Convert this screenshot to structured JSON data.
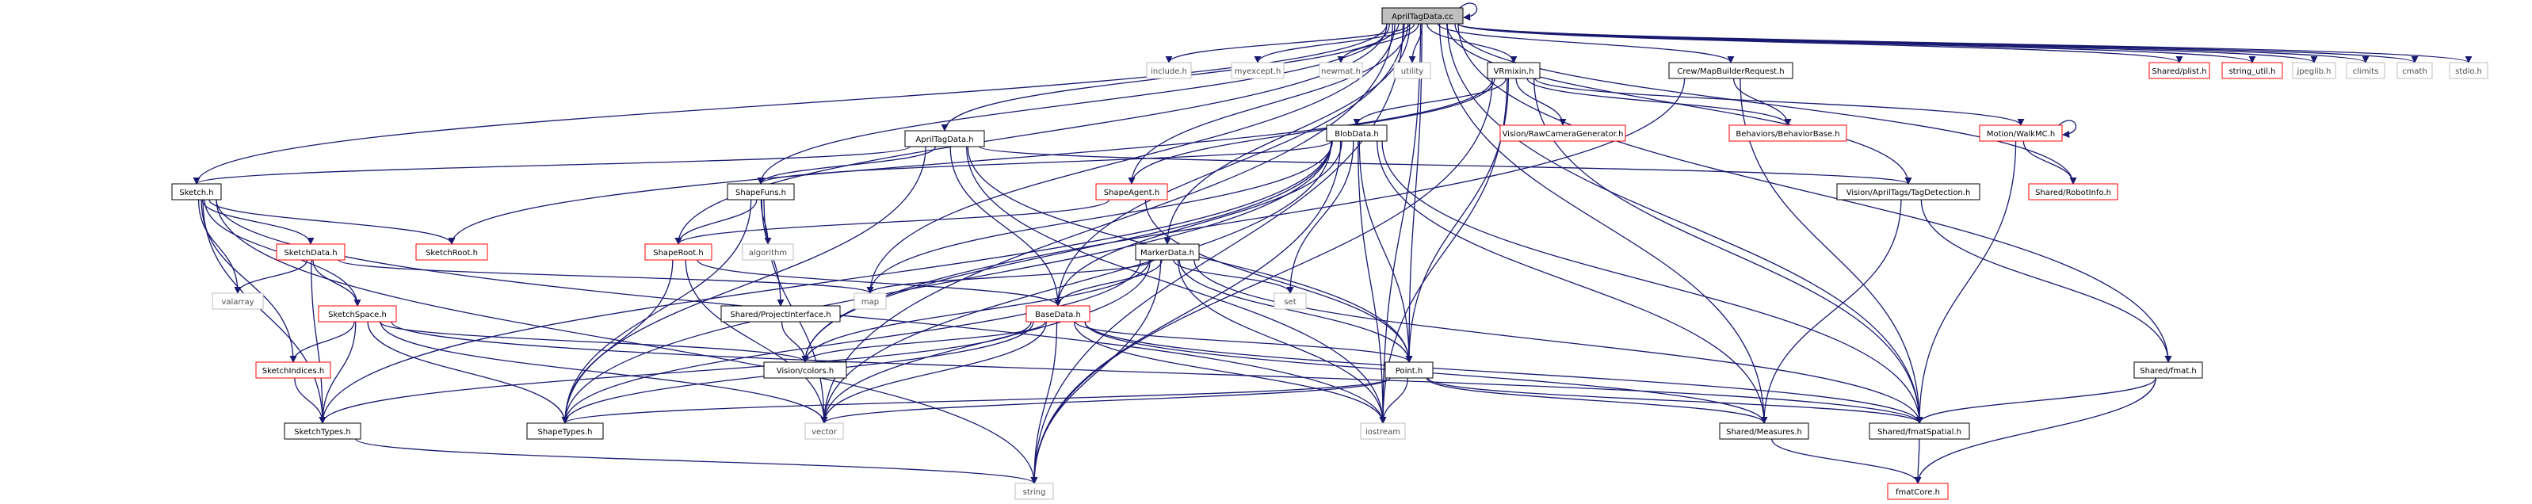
{
  "diagram": {
    "type": "include-dependency-graph",
    "colors": {
      "background": "#ffffff",
      "edge": "#191970",
      "root_fill": "#bfbfbf",
      "documented_border": "#000000",
      "truncated_border": "#ff0000",
      "external_border": "#bfbfbf",
      "external_text": "#4d4d4d"
    },
    "nodes": [
      {
        "id": "root",
        "label": "AprilTagData.cc",
        "kind": "root"
      },
      {
        "id": "include_h",
        "label": "include.h",
        "kind": "external"
      },
      {
        "id": "myexcept",
        "label": "myexcept.h",
        "kind": "external"
      },
      {
        "id": "newmat",
        "label": "newmat.h",
        "kind": "external"
      },
      {
        "id": "utility",
        "label": "utility",
        "kind": "external"
      },
      {
        "id": "vrmixin",
        "label": "VRmixin.h",
        "kind": "documented"
      },
      {
        "id": "crew",
        "label": "Crew/MapBuilderRequest.h",
        "kind": "documented"
      },
      {
        "id": "plist",
        "label": "Shared/plist.h",
        "kind": "truncated"
      },
      {
        "id": "string_util",
        "label": "string_util.h",
        "kind": "truncated"
      },
      {
        "id": "jpeglib",
        "label": "jpeglib.h",
        "kind": "external"
      },
      {
        "id": "climits",
        "label": "climits",
        "kind": "external"
      },
      {
        "id": "cmath",
        "label": "cmath",
        "kind": "external"
      },
      {
        "id": "stdio",
        "label": "stdio.h",
        "kind": "external"
      },
      {
        "id": "apriltagdata_h",
        "label": "AprilTagData.h",
        "kind": "documented"
      },
      {
        "id": "blobdata",
        "label": "BlobData.h",
        "kind": "documented"
      },
      {
        "id": "rawcam",
        "label": "Vision/RawCameraGenerator.h",
        "kind": "truncated"
      },
      {
        "id": "behaviorbase",
        "label": "Behaviors/BehaviorBase.h",
        "kind": "truncated"
      },
      {
        "id": "walkmc",
        "label": "Motion/WalkMC.h",
        "kind": "truncated"
      },
      {
        "id": "sketch",
        "label": "Sketch.h",
        "kind": "documented"
      },
      {
        "id": "shapefuns",
        "label": "ShapeFuns.h",
        "kind": "documented"
      },
      {
        "id": "shapeagent",
        "label": "ShapeAgent.h",
        "kind": "truncated"
      },
      {
        "id": "tagdetection",
        "label": "Vision/AprilTags/TagDetection.h",
        "kind": "documented"
      },
      {
        "id": "robotinfo",
        "label": "Shared/RobotInfo.h",
        "kind": "truncated"
      },
      {
        "id": "sketchdata",
        "label": "SketchData.h",
        "kind": "truncated"
      },
      {
        "id": "sketchroot",
        "label": "SketchRoot.h",
        "kind": "truncated"
      },
      {
        "id": "shaperoot",
        "label": "ShapeRoot.h",
        "kind": "truncated"
      },
      {
        "id": "algorithm",
        "label": "algorithm",
        "kind": "external"
      },
      {
        "id": "markerdata",
        "label": "MarkerData.h",
        "kind": "documented"
      },
      {
        "id": "valarray",
        "label": "valarray",
        "kind": "external"
      },
      {
        "id": "sketchspace",
        "label": "SketchSpace.h",
        "kind": "truncated"
      },
      {
        "id": "projectint",
        "label": "Shared/ProjectInterface.h",
        "kind": "documented"
      },
      {
        "id": "map",
        "label": "map",
        "kind": "external"
      },
      {
        "id": "basedata",
        "label": "BaseData.h",
        "kind": "truncated"
      },
      {
        "id": "set",
        "label": "set",
        "kind": "external"
      },
      {
        "id": "fmat",
        "label": "Shared/fmat.h",
        "kind": "documented"
      },
      {
        "id": "sketchindices",
        "label": "SketchIndices.h",
        "kind": "truncated"
      },
      {
        "id": "viscolors",
        "label": "Vision/colors.h",
        "kind": "documented"
      },
      {
        "id": "point",
        "label": "Point.h",
        "kind": "documented"
      },
      {
        "id": "sketchtypes",
        "label": "SketchTypes.h",
        "kind": "documented"
      },
      {
        "id": "shapetypes",
        "label": "ShapeTypes.h",
        "kind": "documented"
      },
      {
        "id": "vector",
        "label": "vector",
        "kind": "external"
      },
      {
        "id": "iostream",
        "label": "iostream",
        "kind": "external"
      },
      {
        "id": "measures",
        "label": "Shared/Measures.h",
        "kind": "documented"
      },
      {
        "id": "fmatspatial",
        "label": "Shared/fmatSpatial.h",
        "kind": "documented"
      },
      {
        "id": "string",
        "label": "string",
        "kind": "external"
      },
      {
        "id": "fmatcore",
        "label": "fmatCore.h",
        "kind": "truncated"
      }
    ],
    "edges": [
      [
        "root",
        "root"
      ],
      [
        "root",
        "include_h"
      ],
      [
        "root",
        "myexcept"
      ],
      [
        "root",
        "newmat"
      ],
      [
        "root",
        "utility"
      ],
      [
        "root",
        "vrmixin"
      ],
      [
        "root",
        "crew"
      ],
      [
        "root",
        "plist"
      ],
      [
        "root",
        "string_util"
      ],
      [
        "root",
        "jpeglib"
      ],
      [
        "root",
        "climits"
      ],
      [
        "root",
        "cmath"
      ],
      [
        "root",
        "stdio"
      ],
      [
        "root",
        "apriltagdata_h"
      ],
      [
        "root",
        "sketch"
      ],
      [
        "root",
        "shapefuns"
      ],
      [
        "root",
        "map"
      ],
      [
        "root",
        "basedata"
      ],
      [
        "root",
        "markerdata"
      ],
      [
        "root",
        "point"
      ],
      [
        "root",
        "vector"
      ],
      [
        "root",
        "string"
      ],
      [
        "root",
        "iostream"
      ],
      [
        "root",
        "fmatspatial"
      ],
      [
        "root",
        "tagdetection"
      ],
      [
        "root",
        "fmat"
      ],
      [
        "root",
        "robotinfo"
      ],
      [
        "root",
        "measures"
      ],
      [
        "root",
        "shaperoot"
      ],
      [
        "root",
        "shapeagent"
      ],
      [
        "vrmixin",
        "blobdata"
      ],
      [
        "vrmixin",
        "rawcam"
      ],
      [
        "vrmixin",
        "behaviorbase"
      ],
      [
        "vrmixin",
        "walkmc"
      ],
      [
        "vrmixin",
        "sketchroot"
      ],
      [
        "vrmixin",
        "shapeagent"
      ],
      [
        "vrmixin",
        "point"
      ],
      [
        "vrmixin",
        "iostream"
      ],
      [
        "vrmixin",
        "string"
      ],
      [
        "vrmixin",
        "fmatspatial"
      ],
      [
        "crew",
        "behaviorbase"
      ],
      [
        "crew",
        "viscolors"
      ],
      [
        "crew",
        "fmatspatial"
      ],
      [
        "walkmc",
        "walkmc"
      ],
      [
        "walkmc",
        "robotinfo"
      ],
      [
        "walkmc",
        "fmatspatial"
      ],
      [
        "apriltagdata_h",
        "sketch"
      ],
      [
        "apriltagdata_h",
        "shapefuns"
      ],
      [
        "apriltagdata_h",
        "basedata"
      ],
      [
        "apriltagdata_h",
        "point"
      ],
      [
        "apriltagdata_h",
        "tagdetection"
      ],
      [
        "apriltagdata_h",
        "shapetypes"
      ],
      [
        "apriltagdata_h",
        "iostream"
      ],
      [
        "blobdata",
        "shapefuns"
      ],
      [
        "blobdata",
        "basedata"
      ],
      [
        "blobdata",
        "point"
      ],
      [
        "blobdata",
        "map"
      ],
      [
        "blobdata",
        "set"
      ],
      [
        "blobdata",
        "vector"
      ],
      [
        "blobdata",
        "iostream"
      ],
      [
        "blobdata",
        "fmatspatial"
      ],
      [
        "blobdata",
        "sketchtypes"
      ],
      [
        "blobdata",
        "shapetypes"
      ],
      [
        "blobdata",
        "viscolors"
      ],
      [
        "blobdata",
        "string"
      ],
      [
        "blobdata",
        "measures"
      ],
      [
        "sketch",
        "sketchdata"
      ],
      [
        "sketch",
        "sketchroot"
      ],
      [
        "sketch",
        "sketchspace"
      ],
      [
        "sketch",
        "sketchindices"
      ],
      [
        "sketch",
        "sketchtypes"
      ],
      [
        "sketch",
        "valarray"
      ],
      [
        "sketch",
        "string"
      ],
      [
        "sketch",
        "iostream"
      ],
      [
        "sketchdata",
        "sketchspace"
      ],
      [
        "sketchdata",
        "sketchtypes"
      ],
      [
        "sketchdata",
        "valarray"
      ],
      [
        "sketchdata",
        "map"
      ],
      [
        "sketchspace",
        "sketchindices"
      ],
      [
        "sketchspace",
        "sketchtypes"
      ],
      [
        "sketchspace",
        "shapetypes"
      ],
      [
        "sketchspace",
        "viscolors"
      ],
      [
        "sketchspace",
        "vector"
      ],
      [
        "sketchspace",
        "fmatspatial"
      ],
      [
        "sketchindices",
        "sketchtypes"
      ],
      [
        "shapefuns",
        "shaperoot"
      ],
      [
        "shapefuns",
        "algorithm"
      ],
      [
        "shapefuns",
        "projectint"
      ],
      [
        "shapefuns",
        "shapetypes"
      ],
      [
        "shapefuns",
        "vector"
      ],
      [
        "shapeagent",
        "shaperoot"
      ],
      [
        "shapeagent",
        "point"
      ],
      [
        "shaperoot",
        "basedata"
      ],
      [
        "shaperoot",
        "shapetypes"
      ],
      [
        "shaperoot",
        "vector"
      ],
      [
        "projectint",
        "viscolors"
      ],
      [
        "markerdata",
        "basedata"
      ],
      [
        "markerdata",
        "point"
      ],
      [
        "markerdata",
        "map"
      ],
      [
        "markerdata",
        "set"
      ],
      [
        "markerdata",
        "vector"
      ],
      [
        "markerdata",
        "iostream"
      ],
      [
        "markerdata",
        "string"
      ],
      [
        "markerdata",
        "fmatspatial"
      ],
      [
        "markerdata",
        "viscolors"
      ],
      [
        "markerdata",
        "shapetypes"
      ],
      [
        "basedata",
        "point"
      ],
      [
        "basedata",
        "viscolors"
      ],
      [
        "basedata",
        "shapetypes"
      ],
      [
        "basedata",
        "sketchtypes"
      ],
      [
        "basedata",
        "vector"
      ],
      [
        "basedata",
        "iostream"
      ],
      [
        "basedata",
        "string"
      ],
      [
        "basedata",
        "measures"
      ],
      [
        "basedata",
        "fmatspatial"
      ],
      [
        "point",
        "measures"
      ],
      [
        "point",
        "fmatspatial"
      ],
      [
        "point",
        "shapetypes"
      ],
      [
        "point",
        "vector"
      ],
      [
        "point",
        "iostream"
      ],
      [
        "tagdetection",
        "fmat"
      ],
      [
        "tagdetection",
        "measures"
      ],
      [
        "fmat",
        "fmatspatial"
      ],
      [
        "fmat",
        "fmatcore"
      ],
      [
        "measures",
        "fmatcore"
      ],
      [
        "fmatspatial",
        "fmatcore"
      ],
      [
        "sketchtypes",
        "string"
      ]
    ]
  }
}
